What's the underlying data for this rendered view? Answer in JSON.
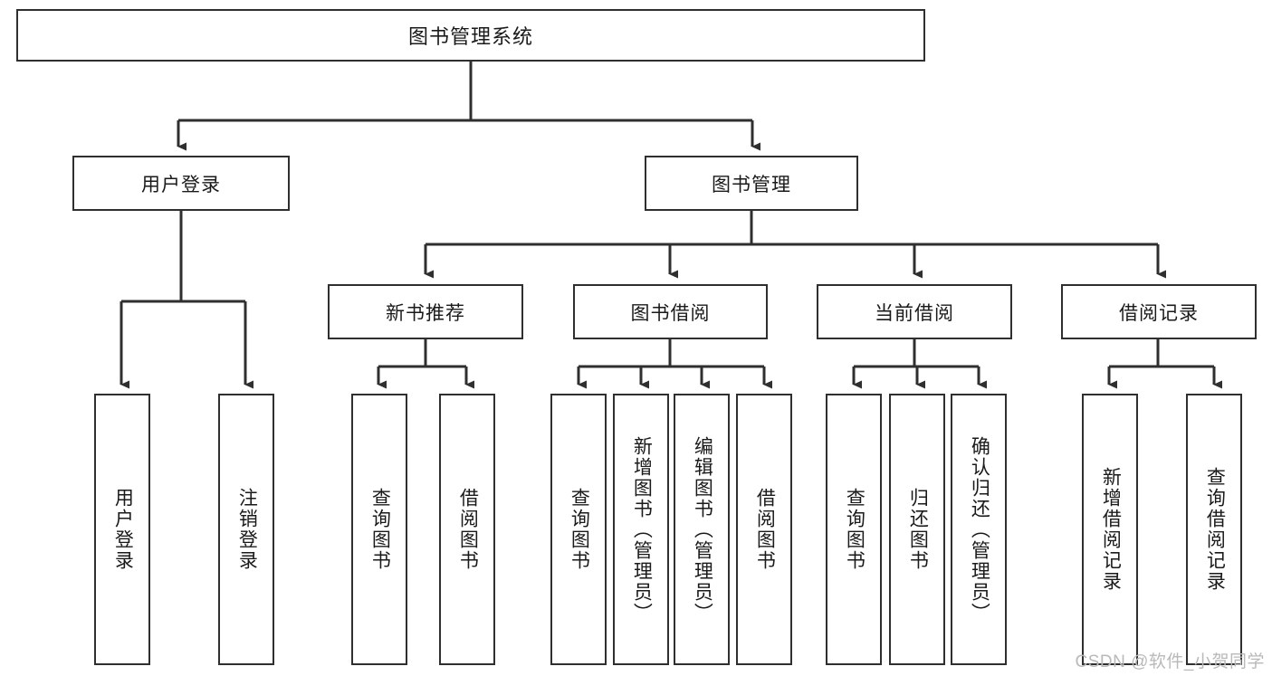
{
  "diagram": {
    "title": "图书管理系统",
    "watermark": "CSDN @软件_小贺同学",
    "colors": {
      "box_border": "#2f2f2f",
      "connector": "#2f2f2f",
      "background": "#ffffff",
      "text": "#1a1a1a",
      "watermark": "#b9b9b9"
    },
    "root": {
      "label": "图书管理系统"
    },
    "level2": [
      {
        "label": "用户登录"
      },
      {
        "label": "图书管理"
      }
    ],
    "level3": [
      {
        "label": "新书推荐"
      },
      {
        "label": "图书借阅"
      },
      {
        "label": "当前借阅"
      },
      {
        "label": "借阅记录"
      }
    ],
    "leaves": {
      "user_login": [
        {
          "label": "用户登录"
        },
        {
          "label": "注销登录"
        }
      ],
      "new_book_recommend": [
        {
          "label": "查询图书"
        },
        {
          "label": "借阅图书"
        }
      ],
      "book_borrow": [
        {
          "label": "查询图书"
        },
        {
          "label": "新增图书（管理员）"
        },
        {
          "label": "编辑图书（管理员）"
        },
        {
          "label": "借阅图书"
        }
      ],
      "current_borrow": [
        {
          "label": "查询图书"
        },
        {
          "label": "归还图书"
        },
        {
          "label": "确认归还（管理员）"
        }
      ],
      "borrow_record": [
        {
          "label": "新增借阅记录"
        },
        {
          "label": "查询借阅记录"
        }
      ]
    }
  }
}
